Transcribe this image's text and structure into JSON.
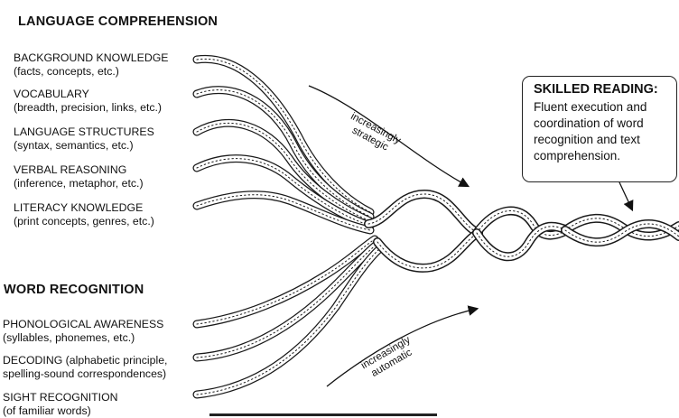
{
  "language": {
    "heading": "LANGUAGE COMPREHENSION",
    "strands": [
      {
        "title": "BACKGROUND KNOWLEDGE",
        "sub": "(facts, concepts, etc.)"
      },
      {
        "title": "VOCABULARY",
        "sub": "(breadth, precision, links, etc.)"
      },
      {
        "title": "LANGUAGE STRUCTURES",
        "sub": "(syntax, semantics, etc.)"
      },
      {
        "title": "VERBAL REASONING",
        "sub": "(inference, metaphor, etc.)"
      },
      {
        "title": "LITERACY KNOWLEDGE",
        "sub": "(print concepts, genres, etc.)"
      }
    ]
  },
  "word": {
    "heading": "WORD RECOGNITION",
    "strands": [
      {
        "title": "PHONOLOGICAL AWARENESS",
        "sub": "(syllables, phonemes, etc.)"
      },
      {
        "title": "DECODING (alphabetic principle,",
        "sub": "spelling-sound correspondences)"
      },
      {
        "title": "SIGHT RECOGNITION",
        "sub": "(of familiar words)"
      }
    ]
  },
  "arrows": {
    "top_line1": "increasingly",
    "top_line2": "strategic",
    "bottom_line1": "increasingly",
    "bottom_line2": "automatic"
  },
  "skilled": {
    "title": "SKILLED READING:",
    "body": "Fluent execution and coordination of word recognition and text comprehension."
  },
  "colors": {
    "ink": "#111111",
    "rope_fill": "#ffffff",
    "rope_stroke": "#1a1a1a"
  }
}
